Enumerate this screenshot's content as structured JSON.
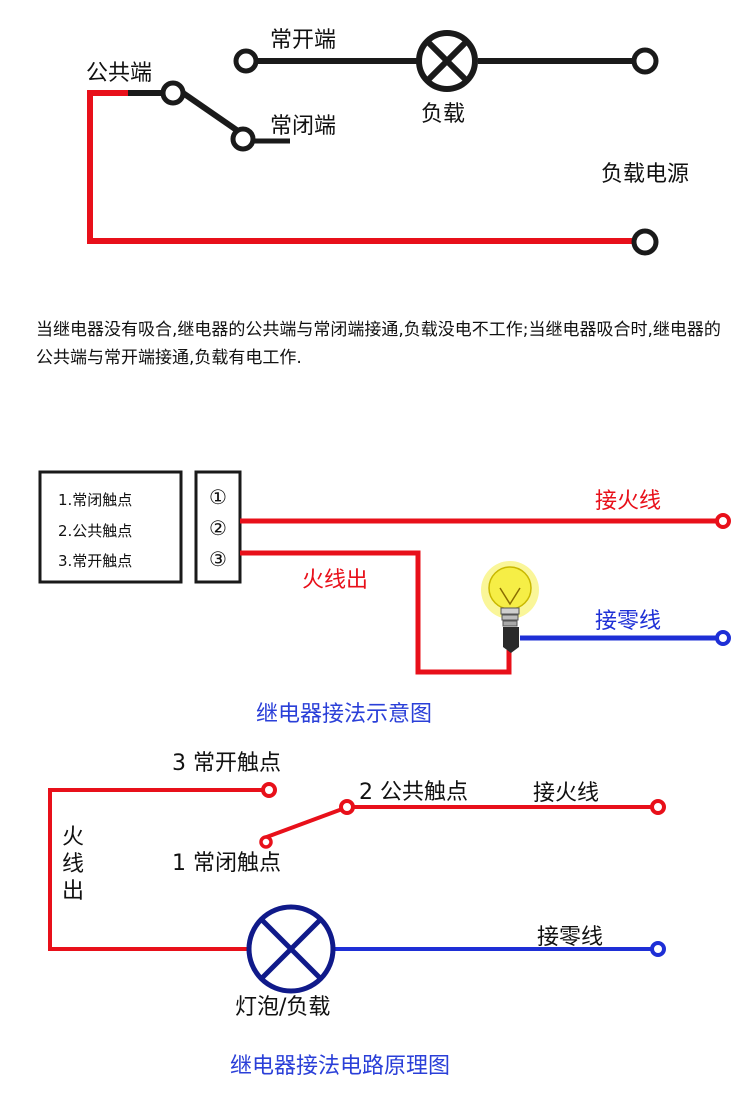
{
  "colors": {
    "black": "#1a1a1a",
    "red": "#e8101a",
    "blue": "#1e2fd6",
    "caption_blue": "#2a3fd8",
    "bulb_glow": "#f6ee46"
  },
  "diagram1": {
    "label_common": "公共端",
    "label_no": "常开端",
    "label_nc": "常闭端",
    "label_load": "负载",
    "label_power": "负载电源",
    "description": "当继电器没有吸合,继电器的公共端与常闭端接通,负载没电不工作;当继电器吸合时,继电器的公共端与常开端接通,负载有电工作."
  },
  "diagram2": {
    "contacts": [
      "1.常闭触点",
      "2.公共触点",
      "3.常开触点"
    ],
    "terminals": [
      "①",
      "②",
      "③"
    ],
    "label_live": "接火线",
    "label_live_out": "火线出",
    "label_neutral": "接零线",
    "caption": "继电器接法示意图"
  },
  "diagram3": {
    "label_no": "3 常开触点",
    "label_common": "2 公共触点",
    "label_live": "接火线",
    "label_nc": "1 常闭触点",
    "label_live_out_chars": [
      "火",
      "线",
      "出"
    ],
    "label_neutral": "接零线",
    "label_load": "灯泡/负载",
    "caption": "继电器接法电路原理图"
  }
}
